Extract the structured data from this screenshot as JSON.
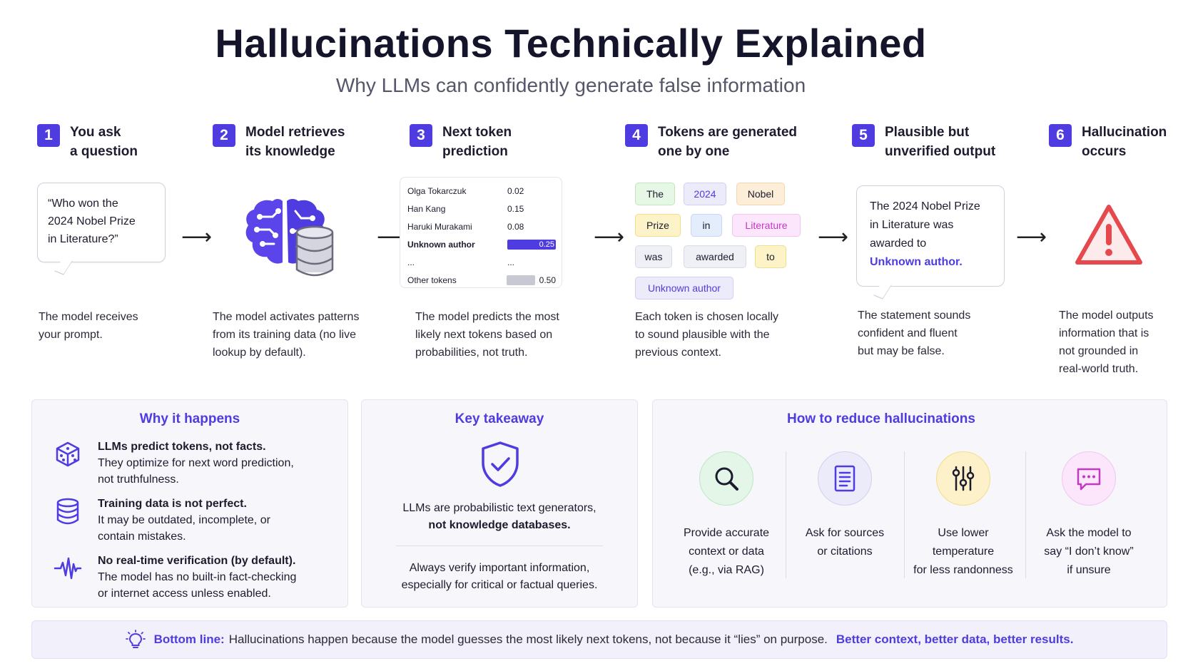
{
  "header": {
    "title": "Hallucinations Technically Explained",
    "subtitle": "Why LLMs can confidently generate false information"
  },
  "steps": [
    {
      "num": "1",
      "title_l1": "You ask",
      "title_l2": "a question",
      "desc": [
        "The model receives",
        "your prompt."
      ]
    },
    {
      "num": "2",
      "title_l1": "Model retrieves",
      "title_l2": "its knowledge",
      "desc": [
        "The model activates patterns",
        "from its training data (no live",
        "lookup by default)."
      ]
    },
    {
      "num": "3",
      "title_l1": "Next token",
      "title_l2": "prediction",
      "desc": [
        "The model predicts the most",
        "likely next tokens based on",
        "probabilities, not truth."
      ]
    },
    {
      "num": "4",
      "title_l1": "Tokens are generated",
      "title_l2": "one by one",
      "desc": [
        "Each token is chosen locally",
        "to sound plausible with the",
        "previous context."
      ]
    },
    {
      "num": "5",
      "title_l1": "Plausible but",
      "title_l2": "unverified output",
      "desc": [
        "The statement sounds",
        "confident and fluent",
        "but may be false."
      ]
    },
    {
      "num": "6",
      "title_l1": "Hallucination",
      "title_l2": "occurs",
      "desc": [
        "The model outputs",
        "information that is",
        "not grounded in",
        "real-world truth."
      ]
    }
  ],
  "question": {
    "lines": [
      "“Who won the",
      "2024 Nobel Prize",
      "in Literature?”"
    ]
  },
  "prediction": {
    "rows": [
      {
        "name": "Olga Tokarczuk",
        "value": "0.02"
      },
      {
        "name": "Han Kang",
        "value": "0.15"
      },
      {
        "name": "Haruki Murakami",
        "value": "0.08"
      },
      {
        "name": "Unknown author",
        "value": "0.25"
      },
      {
        "name": "...",
        "value": "..."
      },
      {
        "name": "Other tokens",
        "value": "0.50"
      }
    ]
  },
  "tokens": [
    "The",
    "2024",
    "Nobel",
    "Prize",
    "in",
    "Literature",
    "was",
    "awarded",
    "to",
    "Unknown author"
  ],
  "output": {
    "lines": [
      "The 2024 Nobel Prize",
      "in Literature was",
      "awarded to"
    ],
    "highlight": "Unknown author."
  },
  "arrow_glyph": "⟶",
  "why": {
    "title": "Why it happens",
    "items": [
      {
        "icon": "dice-icon",
        "bold": "LLMs predict tokens, not facts.",
        "l1": "They optimize for next word prediction,",
        "l2": "not truthfulness."
      },
      {
        "icon": "database-icon",
        "bold": "Training data is not perfect.",
        "l1": "It may be outdated, incomplete, or",
        "l2": "contain mistakes."
      },
      {
        "icon": "waveform-icon",
        "bold": "No real-time verification (by default).",
        "l1": "The model has no built-in fact-checking",
        "l2": "or internet access unless enabled."
      }
    ]
  },
  "takeaway": {
    "title": "Key takeaway",
    "l1": "LLMs are probabilistic text generators,",
    "l2": "not knowledge databases.",
    "l3": "Always verify important information,",
    "l4": "especially for critical or factual queries."
  },
  "reduce": {
    "title": "How to reduce hallucinations",
    "tips": [
      {
        "icon": "search-icon",
        "color": "#e3f6e8",
        "lines": [
          "Provide accurate",
          "context or data",
          "(e.g., via RAG)"
        ]
      },
      {
        "icon": "document-icon",
        "color": "#ecebfa",
        "lines": [
          "Ask for sources",
          "or citations"
        ]
      },
      {
        "icon": "sliders-icon",
        "color": "#fdf1c9",
        "lines": [
          "Use lower",
          "temperature",
          "for less randonness"
        ]
      },
      {
        "icon": "chat-icon",
        "color": "#fbe6fb",
        "lines": [
          "Ask the model to",
          "say “I don’t know”",
          "if unsure"
        ]
      }
    ]
  },
  "bottom_line": {
    "label": "Bottom line:",
    "text": "Hallucinations happen because the model guesses the most likely next tokens, not because it “lies” on purpose.",
    "emphasis": "Better context, better data, better results."
  },
  "colors": {
    "accent": "#4f3ce0",
    "warning": "#e5484d",
    "text": "#1c1c2e"
  }
}
